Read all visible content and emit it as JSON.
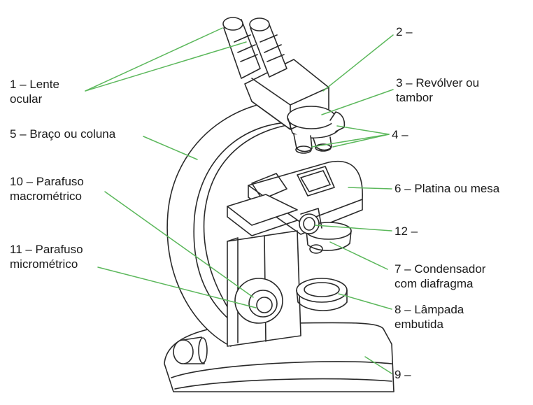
{
  "diagram": {
    "line_color": "#5cb85c",
    "ink_color": "#2a2a2a",
    "labels": {
      "l1": {
        "line1": "1 – Lente",
        "line2": "ocular"
      },
      "l2": {
        "line1": "2 –"
      },
      "l3": {
        "line1": "3 – Revólver ou",
        "line2": "tambor"
      },
      "l4": {
        "line1": "4 –"
      },
      "l5": {
        "line1": "5 – Braço ou coluna"
      },
      "l6": {
        "line1": "6 – Platina ou mesa"
      },
      "l7": {
        "line1": "7 – Condensador",
        "line2": "com diafragma"
      },
      "l8": {
        "line1": "8 – Lâmpada",
        "line2": "embutida"
      },
      "l9": {
        "line1": "9 –"
      },
      "l10": {
        "line1": "10 – Parafuso",
        "line2": "macrométrico"
      },
      "l11": {
        "line1": "11 – Parafuso",
        "line2": "micrométrico"
      },
      "l12": {
        "line1": "12 –"
      }
    }
  }
}
